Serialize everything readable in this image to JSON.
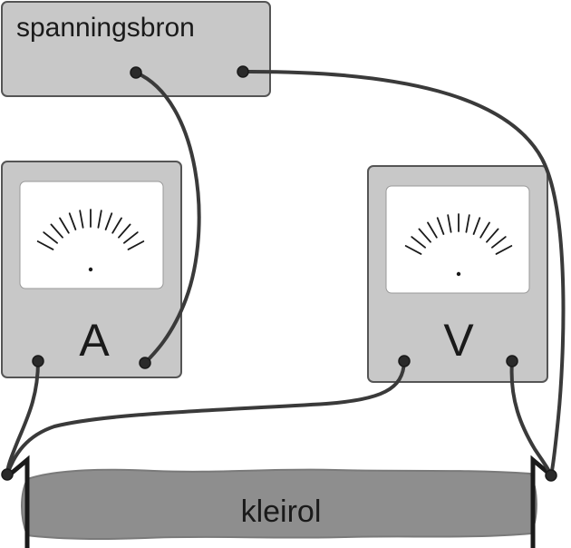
{
  "power_supply": {
    "label": "spanningsbron"
  },
  "ammeter": {
    "symbol": "A"
  },
  "voltmeter": {
    "symbol": "V"
  },
  "clay_roll": {
    "label": "kleirol"
  },
  "colors": {
    "device_fill": "#c8c8c8",
    "device_stroke": "#555555",
    "screen_fill": "#ffffff",
    "wire": "#3a3a3a",
    "clay": "#8e8e8e",
    "terminal": "#2a2a2a",
    "clamp": "#1a1a1a"
  }
}
